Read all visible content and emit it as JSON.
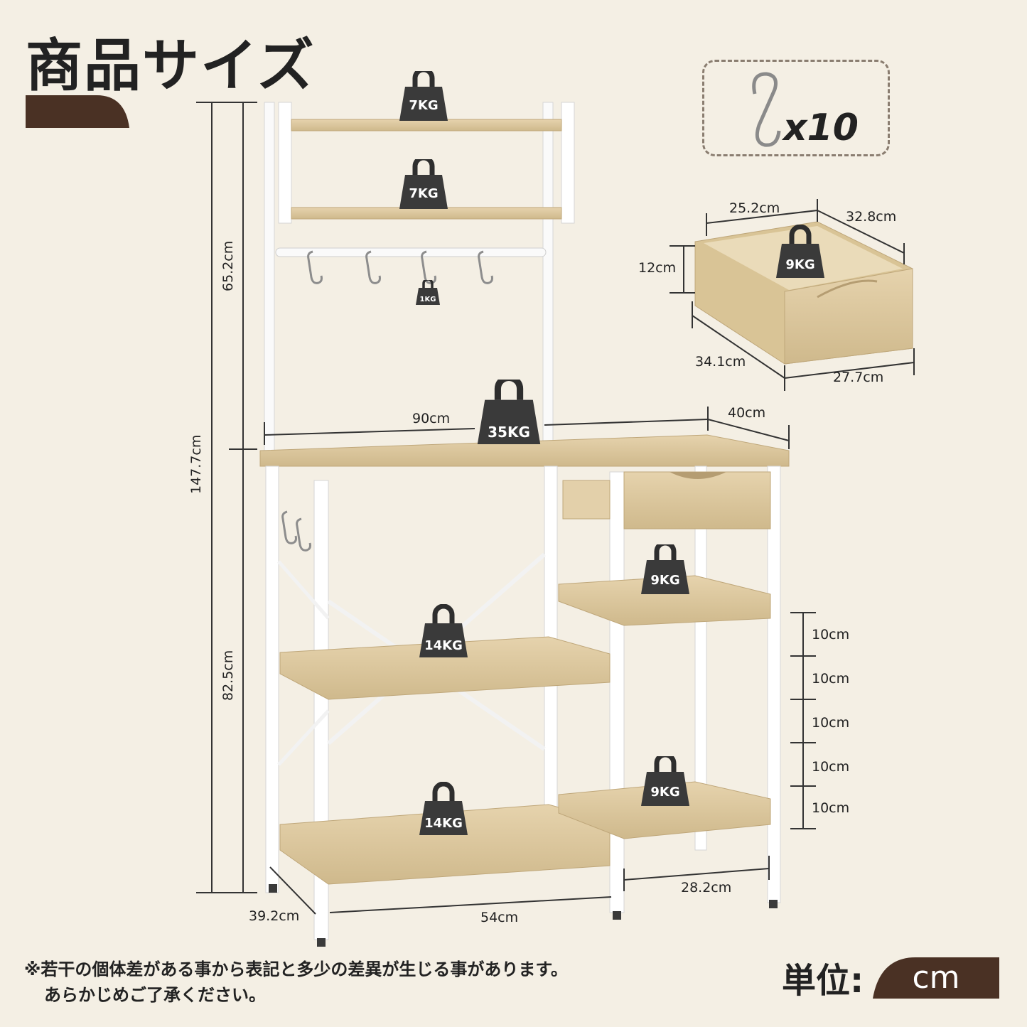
{
  "title": "商品サイズ",
  "colors": {
    "background": "#f4efe4",
    "accent_brown": "#4a3124",
    "wood": "#dcc79e",
    "metal_frame": "#ffffff",
    "weight_block": "#333333"
  },
  "hooks": {
    "icon": "s-hook-icon",
    "count_label": "x10"
  },
  "drawer_dimensions": {
    "top_width": "25.2cm",
    "top_depth": "32.8cm",
    "height": "12cm",
    "bottom_depth": "34.1cm",
    "bottom_width": "27.7cm",
    "load": "9KG"
  },
  "rack_dimensions": {
    "upper_height": "65.2cm",
    "total_height": "147.7cm",
    "lower_height": "82.5cm",
    "top_width": "90cm",
    "top_depth": "40cm",
    "base_depth": "39.2cm",
    "left_bay_width": "54cm",
    "right_bay_width": "28.2cm",
    "shelf_spacing": [
      "10cm",
      "10cm",
      "10cm",
      "10cm",
      "10cm"
    ]
  },
  "loads": {
    "top_shelf": "7KG",
    "second_shelf": "7KG",
    "hook": "1KG",
    "worktop": "35KG",
    "right_upper_shelf": "9KG",
    "left_middle_shelf": "14KG",
    "left_bottom_shelf": "14KG",
    "right_bottom_shelf": "9KG"
  },
  "note": {
    "line1": "※若干の個体差がある事から表記と多少の差異が生じる事があります。",
    "line2": "あらかじめご了承ください。"
  },
  "unit": {
    "label": "単位:",
    "value": "cm"
  }
}
